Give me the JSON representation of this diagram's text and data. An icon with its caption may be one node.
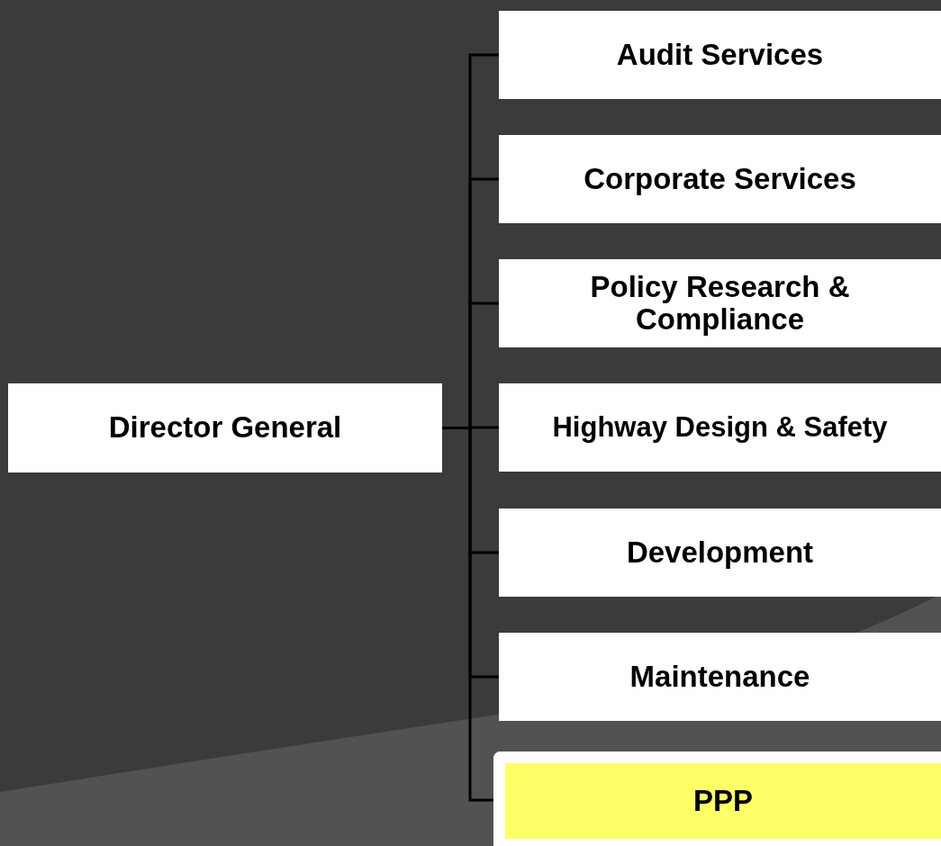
{
  "diagram": {
    "nodes": [
      {
        "text": [
          "Director General"
        ]
      },
      {
        "text": [
          "Audit Services"
        ]
      },
      {
        "text": [
          "Corporate Services"
        ]
      },
      {
        "text": [
          "Policy Research & Compliance"
        ]
      },
      {
        "text": [
          "Highway Design & Safety"
        ]
      },
      {
        "text": [
          "Development"
        ]
      },
      {
        "text": [
          "Maintenance"
        ]
      },
      {
        "text": [
          "PPP"
        ]
      }
    ],
    "edges": [
      {
        "from": 0,
        "to": 1,
        "arrow": "none"
      },
      {
        "from": 0,
        "to": 2,
        "arrow": "none"
      },
      {
        "from": 0,
        "to": 3,
        "arrow": "none"
      },
      {
        "from": 0,
        "to": 4,
        "arrow": "none"
      },
      {
        "from": 0,
        "to": 5,
        "arrow": "none"
      },
      {
        "from": 0,
        "to": 6,
        "arrow": "none"
      },
      {
        "from": 0,
        "to": 7,
        "arrow": "none"
      }
    ]
  }
}
